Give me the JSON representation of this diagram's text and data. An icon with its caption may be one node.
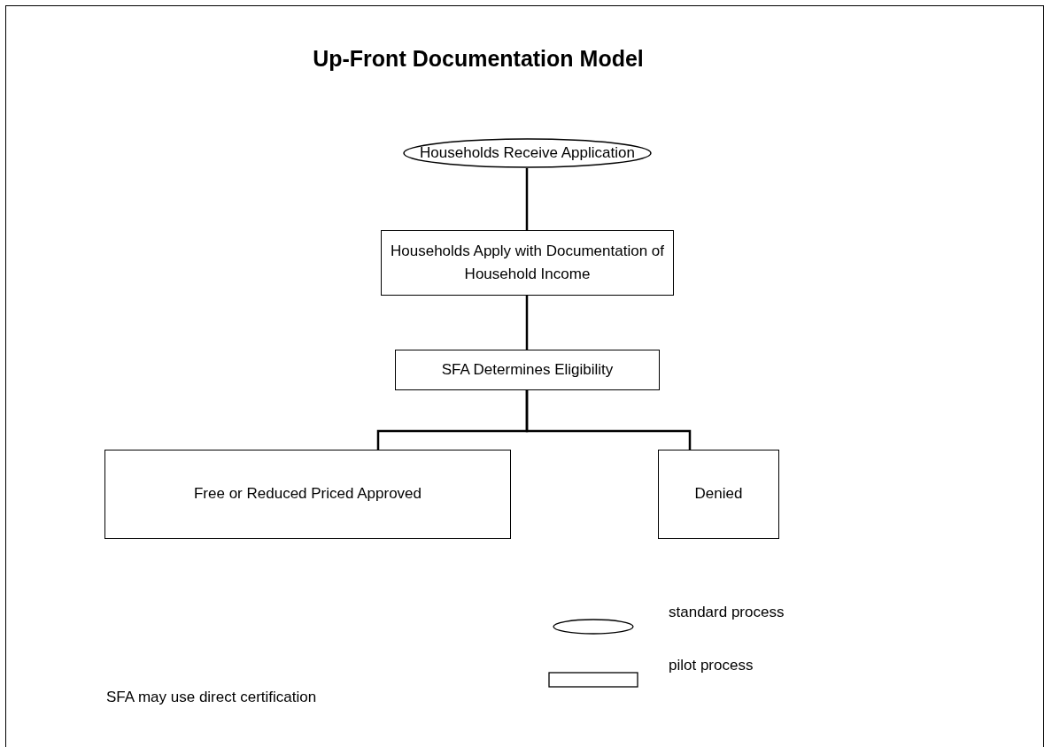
{
  "diagram": {
    "title": "Up-Front Documentation Model",
    "nodes": [
      {
        "text": [
          "Households Receive Application"
        ]
      },
      {
        "text": [
          "Households Apply with Documentation of Household Income"
        ]
      },
      {
        "text": [
          "SFA Determines Eligibility"
        ]
      },
      {
        "text": [
          "Free or Reduced Priced Approved"
        ]
      },
      {
        "text": [
          "Denied"
        ]
      }
    ],
    "edges": [
      {
        "from": 0,
        "to": 1,
        "arrow": "none"
      },
      {
        "from": 1,
        "to": 2,
        "arrow": "none"
      },
      {
        "from": 2,
        "to": 3,
        "arrow": "none"
      },
      {
        "from": 2,
        "to": 4,
        "arrow": "none"
      }
    ],
    "labels": [
      "SFA may use direct certification"
    ],
    "legend": [
      {
        "text": "standard process"
      },
      {
        "text": "pilot process"
      }
    ]
  }
}
